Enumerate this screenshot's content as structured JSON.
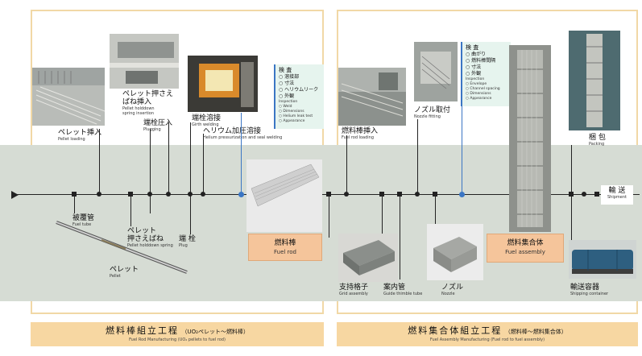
{
  "steps": {
    "pellet_loading": {
      "jp": "ペレット挿入",
      "en": "Pellet loading"
    },
    "spring_insertion": {
      "jp1": "ペレット押さえ",
      "jp2": "ばね挿入",
      "en1": "Pellet holddown",
      "en2": "spring insertion"
    },
    "plugging": {
      "jp": "端栓圧入",
      "en": "Plugging"
    },
    "girth_welding": {
      "jp": "端栓溶接",
      "en": "Girth welding"
    },
    "helium_welding": {
      "jp": "ヘリウム加圧溶接",
      "en": "Helium pressurization and seal welding"
    },
    "fuel_rod_loading": {
      "jp": "燃料棒挿入",
      "en": "Fuel rod loading"
    },
    "nozzle_fitting": {
      "jp": "ノズル取付",
      "en": "Nozzle fitting"
    },
    "packing": {
      "jp": "梱 包",
      "en": "Packing"
    },
    "shipment": {
      "jp": "輸 送",
      "en": "Shipment"
    }
  },
  "inspection_rod": {
    "title": "検 査",
    "items": [
      "溶接部",
      "寸法",
      "ヘリウムリーク",
      "外観"
    ],
    "en_title": "Inspection",
    "en_items": [
      "Weld",
      "Dimensions",
      "Helium leak test",
      "Appearance"
    ]
  },
  "inspection_assembly": {
    "title": "検 査",
    "items": [
      "曲がり",
      "燃料棒間隔",
      "寸法",
      "外観"
    ],
    "en_title": "Inspection",
    "en_items": [
      "Envelope",
      "Channel spacing",
      "Dimensions",
      "Appearance"
    ]
  },
  "components": {
    "fuel_tube": {
      "jp": "被覆管",
      "en": "Fuel tube"
    },
    "spring": {
      "jp1": "ペレット",
      "jp2": "押さえばね",
      "en": "Pellet holddown spring"
    },
    "plug": {
      "jp": "端 栓",
      "en": "Plug"
    },
    "pellet": {
      "jp": "ペレット",
      "en": "Pellet"
    },
    "grid_assembly": {
      "jp": "支持格子",
      "en": "Grid assembly"
    },
    "guide_thimble": {
      "jp": "案内管",
      "en": "Guide thimble tube"
    },
    "nozzle": {
      "jp": "ノズル",
      "en": "Nozzle"
    },
    "shipping_container": {
      "jp": "輸送容器",
      "en": "Shipping container"
    }
  },
  "products": {
    "fuel_rod": {
      "jp": "燃料棒",
      "en": "Fuel rod"
    },
    "fuel_assembly": {
      "jp": "燃料集合体",
      "en": "Fuel assembly"
    }
  },
  "footers": {
    "left": {
      "title": "燃料棒組立工程",
      "sub": "（UO₂ペレット～燃料棒）",
      "en": "Fuel Rod Manufacturing (UO₂ pellets to fuel rod)"
    },
    "right": {
      "title": "燃料集合体組立工程",
      "sub": "（燃料棒～燃料集合体）",
      "en": "Fuel Assembly Manufacturing (Fuel rod to fuel assembly)"
    }
  },
  "colors": {
    "band": "#d6dcd4",
    "panel_border": "#f1d8a6",
    "footer": "#f7d7a2",
    "accent_blue": "#3b76c4",
    "product_box": "#f5c59b"
  }
}
